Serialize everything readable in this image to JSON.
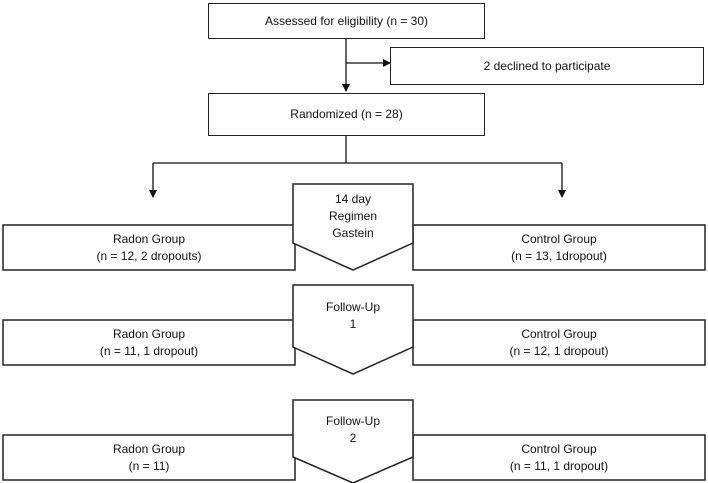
{
  "screening": {
    "text": "Assessed for eligibility (n = 30)"
  },
  "declined": {
    "text": "2 declined to participate"
  },
  "randomized": {
    "text": "Randomized (n = 28)"
  },
  "stages": [
    {
      "label_lines": [
        "14 day",
        "Regimen",
        "Gastein"
      ],
      "radon": {
        "line1": "Radon Group",
        "line2": "(n = 12, 2 dropouts)"
      },
      "control": {
        "line1": "Control Group",
        "line2": "(n = 13, 1dropout)"
      }
    },
    {
      "label_lines": [
        "Follow-Up",
        "1"
      ],
      "radon": {
        "line1": "Radon Group",
        "line2": "(n = 11, 1 dropout)"
      },
      "control": {
        "line1": "Control Group",
        "line2": "(n = 12, 1 dropout)"
      }
    },
    {
      "label_lines": [
        "Follow-Up",
        "2"
      ],
      "radon": {
        "line1": "Radon Group",
        "line2": "(n = 11)"
      },
      "control": {
        "line1": "Control Group",
        "line2": "(n = 11, 1 dropout)"
      }
    }
  ]
}
